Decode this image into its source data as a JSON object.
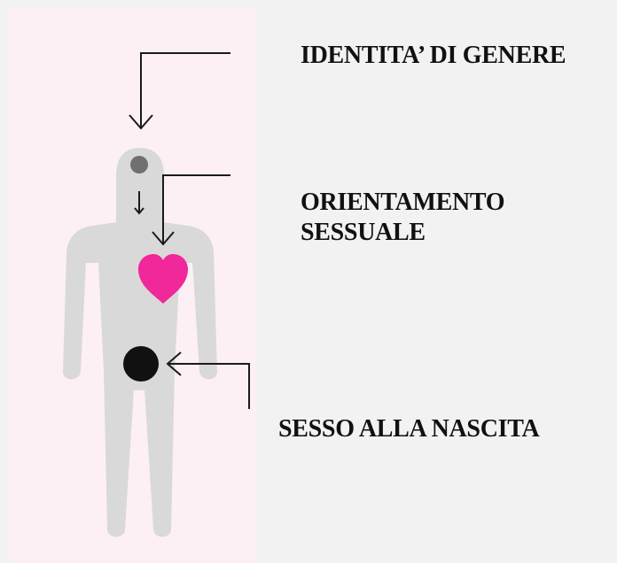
{
  "labels": {
    "identity": "IDENTITA’ DI GENERE",
    "orientation_line1": "ORIENTAMENTO",
    "orientation_line2": "SESSUALE",
    "sex": "SESSO ALLA NASCITA"
  },
  "colors": {
    "panel_background": "#fdf0f5",
    "page_background": "#f2f2f2",
    "figure": "#d9d9d9",
    "head_dot": "#707070",
    "heart": "#f0289a",
    "body_dot": "#111111",
    "arrows": "#1a1a1a"
  },
  "icons": {
    "figure": "person-silhouette-icon",
    "heart": "heart-icon",
    "head_marker": "head-dot-icon",
    "body_marker": "body-dot-icon"
  }
}
